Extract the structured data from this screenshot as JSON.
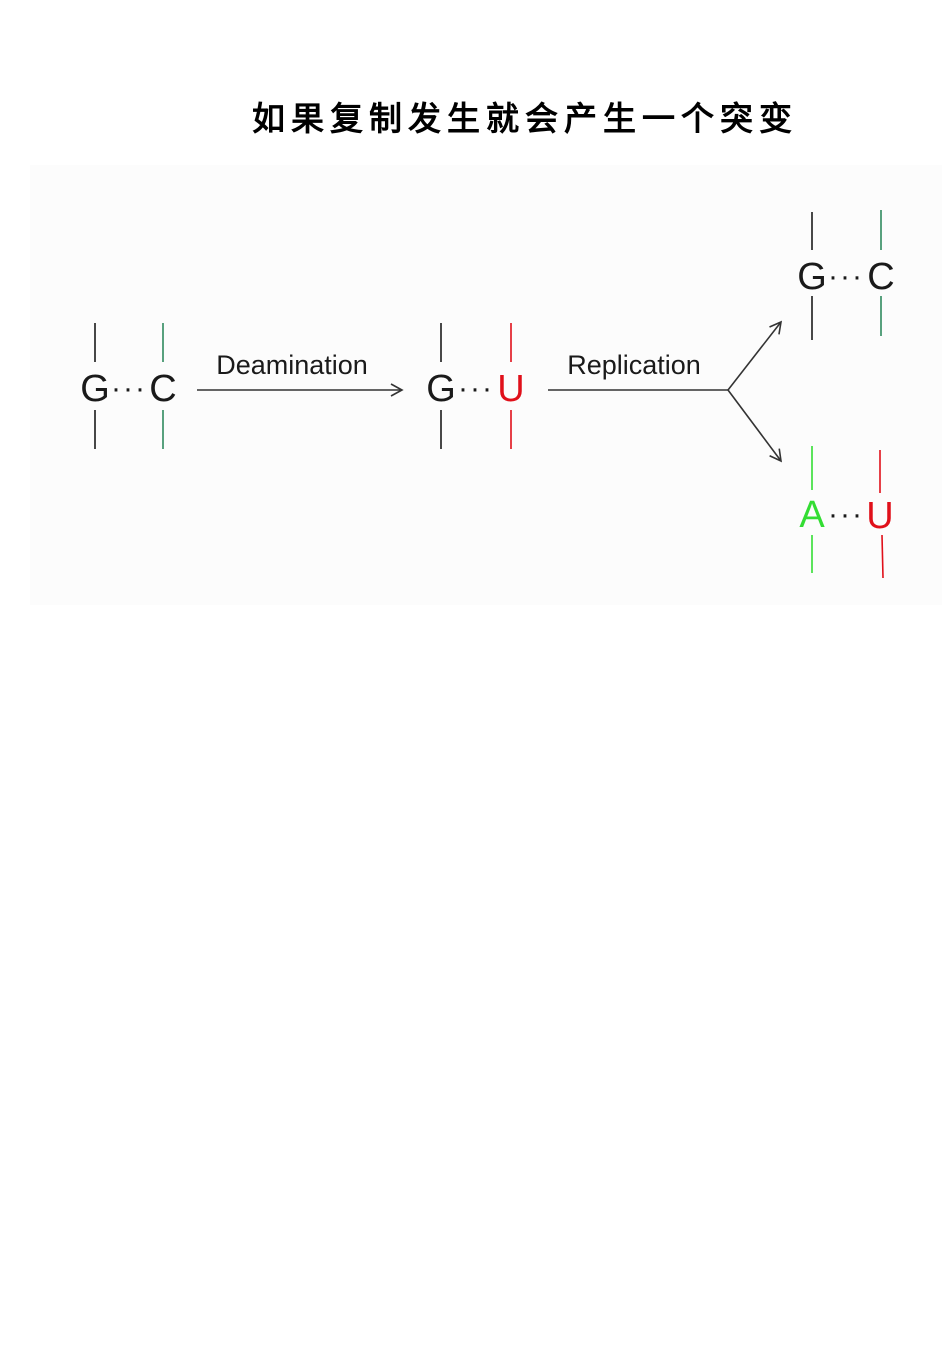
{
  "title": "如果复制发生就会产生一个突变",
  "colors": {
    "dark": "#1a1a1a",
    "strand_green": "#2f8a5f",
    "uracil_red": "#e0101a",
    "adenine_green": "#33dd33",
    "arrow": "#333333",
    "panel_bg": "#fcfcfc"
  },
  "pairs": {
    "original": {
      "left": "G",
      "dots": "···",
      "right": "C"
    },
    "deaminated": {
      "left": "G",
      "dots": "···",
      "right": "U"
    },
    "product_top": {
      "left": "G",
      "dots": "···",
      "right": "C"
    },
    "product_bottom": {
      "left": "A",
      "dots": "···",
      "right": "U"
    }
  },
  "steps": {
    "deamination": "Deamination",
    "replication": "Replication"
  }
}
